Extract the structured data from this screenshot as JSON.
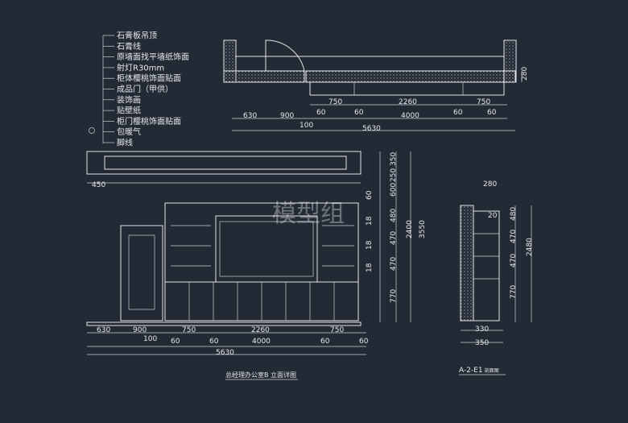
{
  "legend": [
    "石膏板吊顶",
    "石膏线",
    "原墙面找平墙纸饰面",
    "射灯R30mm",
    "柜体樱桃饰面贴面",
    "成品门（甲供）",
    "装饰画",
    "贴壁纸",
    "柜门樱桃饰面贴面",
    "包暖气",
    "脚线"
  ],
  "plan": {
    "top_dims": [
      "750",
      "2260",
      "750"
    ],
    "mid_dims": [
      "630",
      "900",
      "60",
      "60",
      "4000",
      "60",
      "60"
    ],
    "extra_dims": [
      "100",
      "5630"
    ],
    "side_dim": "280"
  },
  "elevation": {
    "left_dim": "450",
    "right_dims": [
      "350",
      "250",
      "600",
      "480",
      "470",
      "470",
      "770"
    ],
    "right_total_a": "3550",
    "right_total_b": "2400",
    "right_small": [
      "60",
      "18",
      "18",
      "18"
    ],
    "bottom_row1": [
      "630",
      "900",
      "750",
      "2260",
      "750"
    ],
    "bottom_row2": [
      "100",
      "60",
      "60",
      "4000",
      "60",
      "60"
    ],
    "bottom_total": "5630",
    "title": "总经理办公室B 立面详图"
  },
  "section": {
    "top_dim": "280",
    "small": "20",
    "right_dims": [
      "480",
      "470",
      "470",
      "770"
    ],
    "total": "2480",
    "bottom_dims": [
      "330",
      "350"
    ],
    "title": "A-2-E1",
    "title_suffix": "剖面图"
  },
  "watermark": "模型组"
}
